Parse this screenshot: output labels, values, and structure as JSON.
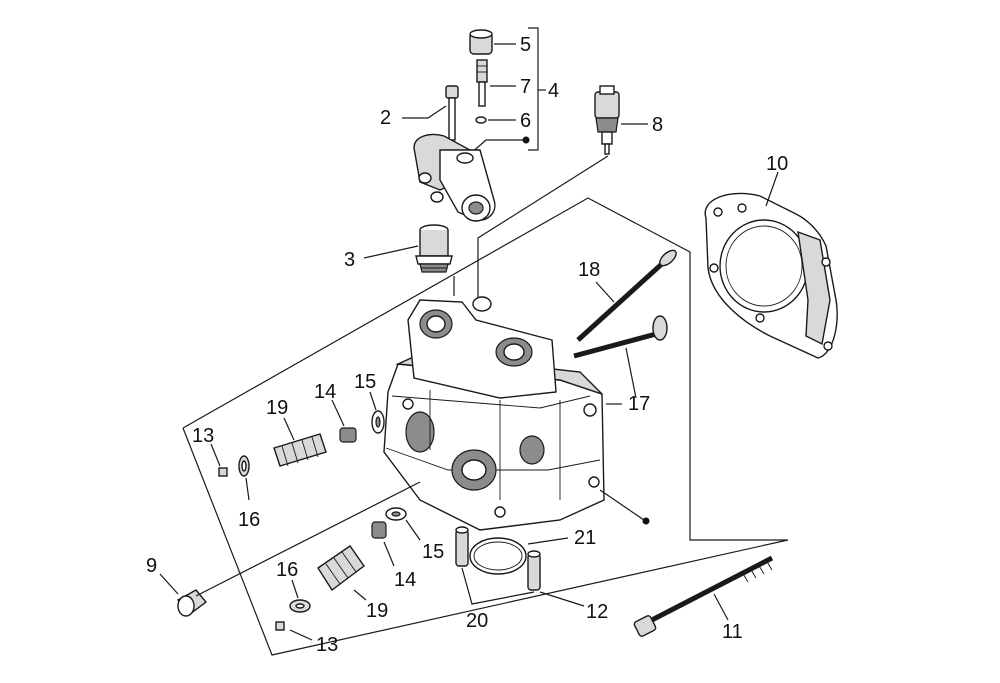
{
  "labels": {
    "l1": "2",
    "l2": "3",
    "l3": "4",
    "l4": "5",
    "l5": "6",
    "l6": "7",
    "l7": "8",
    "l8": "9",
    "l9": "10",
    "l10": "11",
    "l11": "12",
    "l12": "13",
    "l13": "13",
    "l14": "14",
    "l15": "14",
    "l16": "15",
    "l17": "15",
    "l18": "16",
    "l19": "16",
    "l20": "17",
    "l21": "18",
    "l22": "19",
    "l23": "19",
    "l24": "20",
    "l25": "21"
  },
  "colors": {
    "line": "#1a1a1a",
    "part_fill": "#ffffff",
    "shade_fill": "#d9d9d9",
    "dark_fill": "#8c8c8c"
  }
}
